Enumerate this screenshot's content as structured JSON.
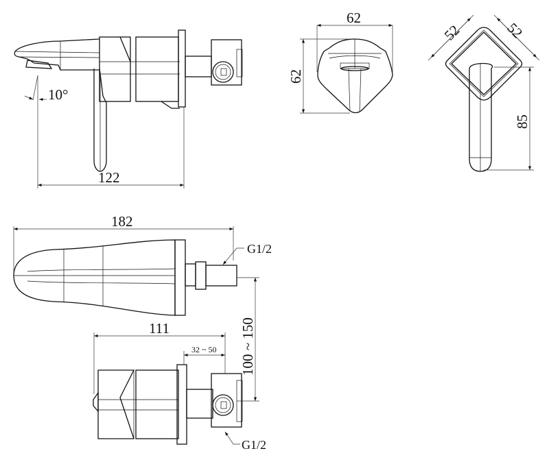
{
  "side_view": {
    "angle_label": "10°",
    "depth_label": "122"
  },
  "front_view": {
    "width_label": "62",
    "height_label": "62"
  },
  "rear_view": {
    "plate_side_a": "52",
    "plate_side_b": "52",
    "handle_length": "85"
  },
  "top_view": {
    "length_label": "182",
    "thread_label": "G1/2",
    "spacing_label": "100 ~ 150"
  },
  "bottom_view": {
    "depth_label": "111",
    "wall_range_label": "32 ~ 50",
    "thread_label": "G1/2"
  }
}
